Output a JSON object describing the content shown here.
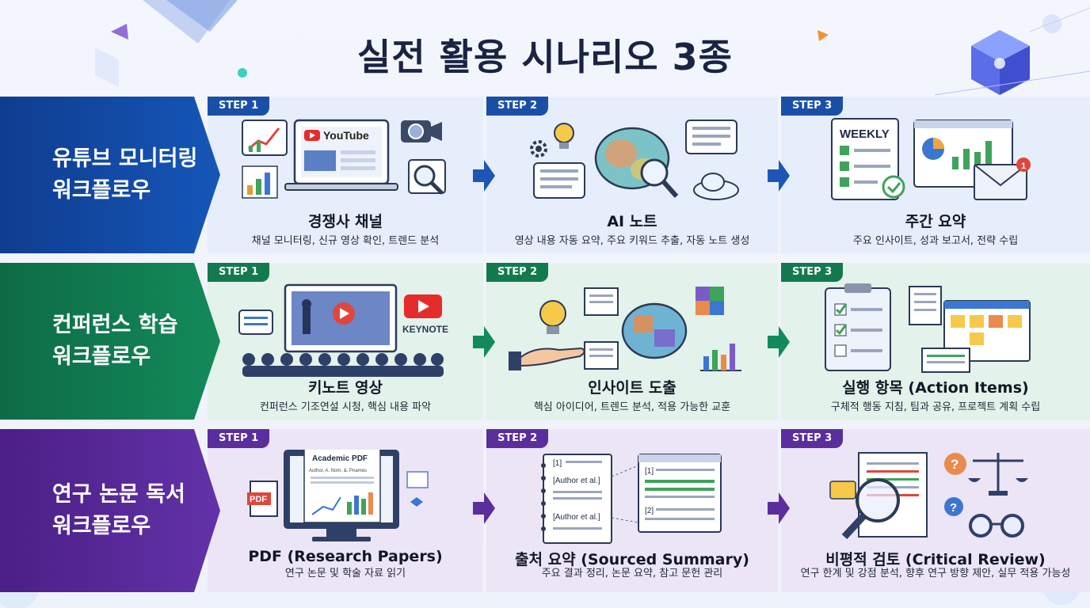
{
  "page_title": "실전 활용 시나리오 3종",
  "step_labels": {
    "s1": "STEP 1",
    "s2": "STEP 2",
    "s3": "STEP 3"
  },
  "colors": {
    "row1_accent": "#1556b8",
    "row2_accent": "#138a5a",
    "row3_accent": "#6232a8"
  },
  "rows": [
    {
      "label_line1": "유튜브 모니터링",
      "label_line2": "워크플로우",
      "cards": [
        {
          "title": "경쟁사 채널",
          "desc": "채널 모니터링, 신규 영상 확인, 트렌드 분석",
          "art_text": "YouTube",
          "icons": [
            "laptop-icon",
            "youtube-logo",
            "video-camera-icon",
            "chart-icon",
            "magnifier-icon"
          ]
        },
        {
          "title": "AI 노트",
          "desc": "영상 내용 자동 요약, 주요 키워드 추출, 자동 노트 생성",
          "icons": [
            "brain-icon",
            "lightbulb-icon",
            "gear-icon",
            "magnifier-icon",
            "cloud-icon",
            "chat-bubble-icon"
          ]
        },
        {
          "title": "주간 요약",
          "desc": "주요 인사이트, 성과 보고서, 전략 수립",
          "art_text": "WEEKLY",
          "badge": "1",
          "icons": [
            "checklist-icon",
            "dashboard-icon",
            "envelope-icon"
          ]
        }
      ]
    },
    {
      "label_line1": "컨퍼런스 학습",
      "label_line2": "워크플로우",
      "cards": [
        {
          "title": "키노트 영상",
          "desc": "컨퍼런스 기조연설 시청, 핵심 내용 파악",
          "art_text": "KEYNOTE",
          "icons": [
            "screen-icon",
            "audience-icon",
            "play-icon"
          ]
        },
        {
          "title": "인사이트 도출",
          "desc": "핵심 아이디어, 트렌드 분석, 적용 가능한 교훈",
          "icons": [
            "lightbulb-icon",
            "hand-icon",
            "puzzle-brain-icon",
            "chart-icon"
          ]
        },
        {
          "title": "실행 항목 (Action Items)",
          "desc": "구체적 행동 지침, 팀과 공유, 프로젝트 계획 수립",
          "icons": [
            "clipboard-icon",
            "kanban-icon"
          ]
        }
      ]
    },
    {
      "label_line1": "연구 논문 독서",
      "label_line2": "워크플로우",
      "cards": [
        {
          "title": "PDF (Research Papers)",
          "desc": "연구 논문 및 학술 자료 읽기",
          "art_text": "Academic PDF",
          "art_sub": "Author, A. Nom, &. Pnames",
          "badge": "PDF",
          "icons": [
            "monitor-icon",
            "pdf-icon",
            "chart-icon"
          ]
        },
        {
          "title": "출처 요약 (Sourced Summary)",
          "desc": "주요 결과 정리, 논문 요약, 참고 문헌 관리",
          "refs": [
            "[1]",
            "[Author et al.]",
            "[Author et al.]",
            "[1]",
            "[2]"
          ],
          "icons": [
            "notebook-icon",
            "document-icon"
          ]
        },
        {
          "title": "비평적 검토 (Critical Review)",
          "desc": "연구 한계 및 강점 분석, 향후 연구 방향 제안, 실무 적용 가능성",
          "icons": [
            "magnifier-icon",
            "scales-icon",
            "glasses-icon",
            "question-icon"
          ]
        }
      ]
    }
  ]
}
